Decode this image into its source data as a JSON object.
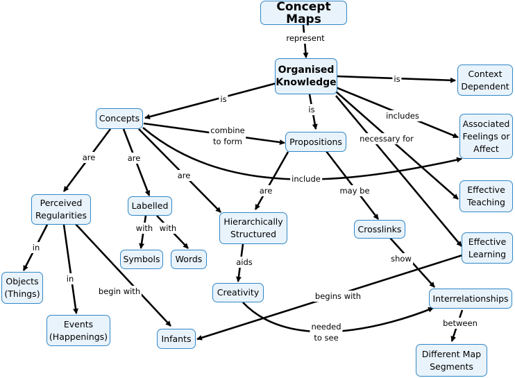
{
  "nodes": {
    "concept_maps": "Concept Maps",
    "organised_knowledge": "Organised\nKnowledge",
    "context_dependent": "Context\nDependent",
    "concepts": "Concepts",
    "propositions": "Propositions",
    "associated_feelings": "Associated\nFeelings or\nAffect",
    "perceived_regularities": "Perceived\nRegularities",
    "labelled": "Labelled",
    "hierarchically_structured": "Hierarchically\nStructured",
    "crosslinks": "Crosslinks",
    "effective_teaching": "Effective\nTeaching",
    "symbols": "Symbols",
    "words": "Words",
    "effective_learning": "Effective\nLearning",
    "objects": "Objects\n(Things)",
    "creativity": "Creativity",
    "interrelationships": "Interrelationships",
    "events": "Events\n(Happenings)",
    "infants": "Infants",
    "different_map_segments": "Different Map\nSegments"
  },
  "edge_labels": {
    "represent": "represent",
    "is_context": "is",
    "is_concepts": "is",
    "is_propositions": "is",
    "includes": "includes",
    "necessary_for": "necessary for",
    "combine_to_form": "combine\nto form",
    "include": "include",
    "are_perceived": "are",
    "are_labelled": "are",
    "are_hierarchical": "are",
    "are_props_hier": "are",
    "may_be": "may be",
    "with_symbols": "with",
    "with_words": "with",
    "in_objects": "in",
    "in_events": "in",
    "begin_with": "begin with",
    "aids": "aids",
    "show": "show",
    "begins_with": "begins with",
    "needed_to_see": "needed\nto see",
    "between": "between"
  },
  "colors": {
    "node_border": "#2f86c6",
    "node_fill": "#e9f3fb",
    "arrow": "#000000"
  }
}
